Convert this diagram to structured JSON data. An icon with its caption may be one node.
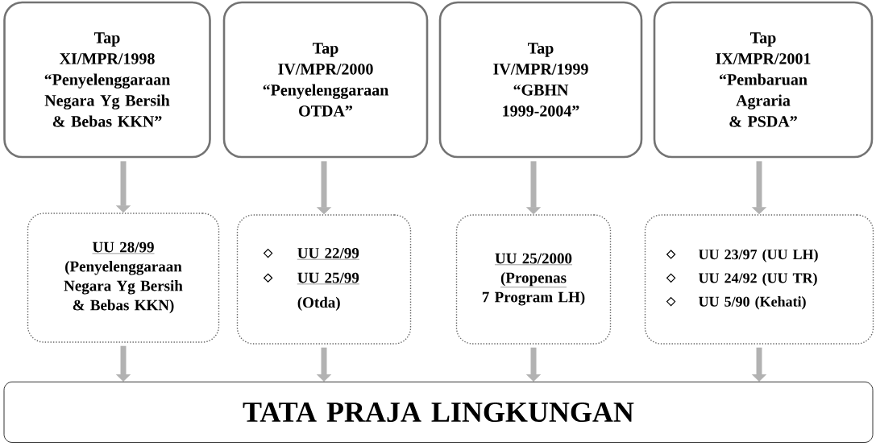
{
  "diagram": {
    "nodes": [
      {
        "text": [
          "Tap",
          "XI/MPR/1998",
          "“Penyelenggaraan Negara Yg Bersih & Bebas KKN”"
        ]
      },
      {
        "text": [
          "Tap",
          "IV/MPR/2000",
          "“Penyelenggaraan OTDA”"
        ]
      },
      {
        "text": [
          "Tap",
          "IV/MPR/1999",
          "“GBHN 1999-2004”"
        ]
      },
      {
        "text": [
          "Tap",
          "IX/MPR/2001",
          "“Pembaruan Agraria & PSDA”"
        ]
      },
      {
        "text": [
          "UU 28/99",
          "(Penyelenggaraan Negara Yg Bersih & Bebas KKN)"
        ]
      },
      {
        "text": [
          "UU 22/99",
          "UU 25/99",
          "(Otda)"
        ]
      },
      {
        "text": [
          "UU 25/2000",
          "(Propenas",
          "7 Program LH)"
        ]
      },
      {
        "text": [
          "UU 23/97 (UU LH)",
          "UU 24/92 (UU TR)",
          "UU 5/90 (Kehati)"
        ]
      },
      {
        "text": [
          "TATA PRAJA LINGKUNGAN"
        ]
      }
    ],
    "edges": [
      {
        "from": 0,
        "to": 4,
        "arrow": "to"
      },
      {
        "from": 1,
        "to": 5,
        "arrow": "to"
      },
      {
        "from": 2,
        "to": 6,
        "arrow": "to"
      },
      {
        "from": 3,
        "to": 7,
        "arrow": "to"
      },
      {
        "from": 4,
        "to": 8,
        "arrow": "to"
      },
      {
        "from": 5,
        "to": 8,
        "arrow": "to"
      },
      {
        "from": 6,
        "to": 8,
        "arrow": "to"
      },
      {
        "from": 7,
        "to": 8,
        "arrow": "to"
      }
    ]
  }
}
